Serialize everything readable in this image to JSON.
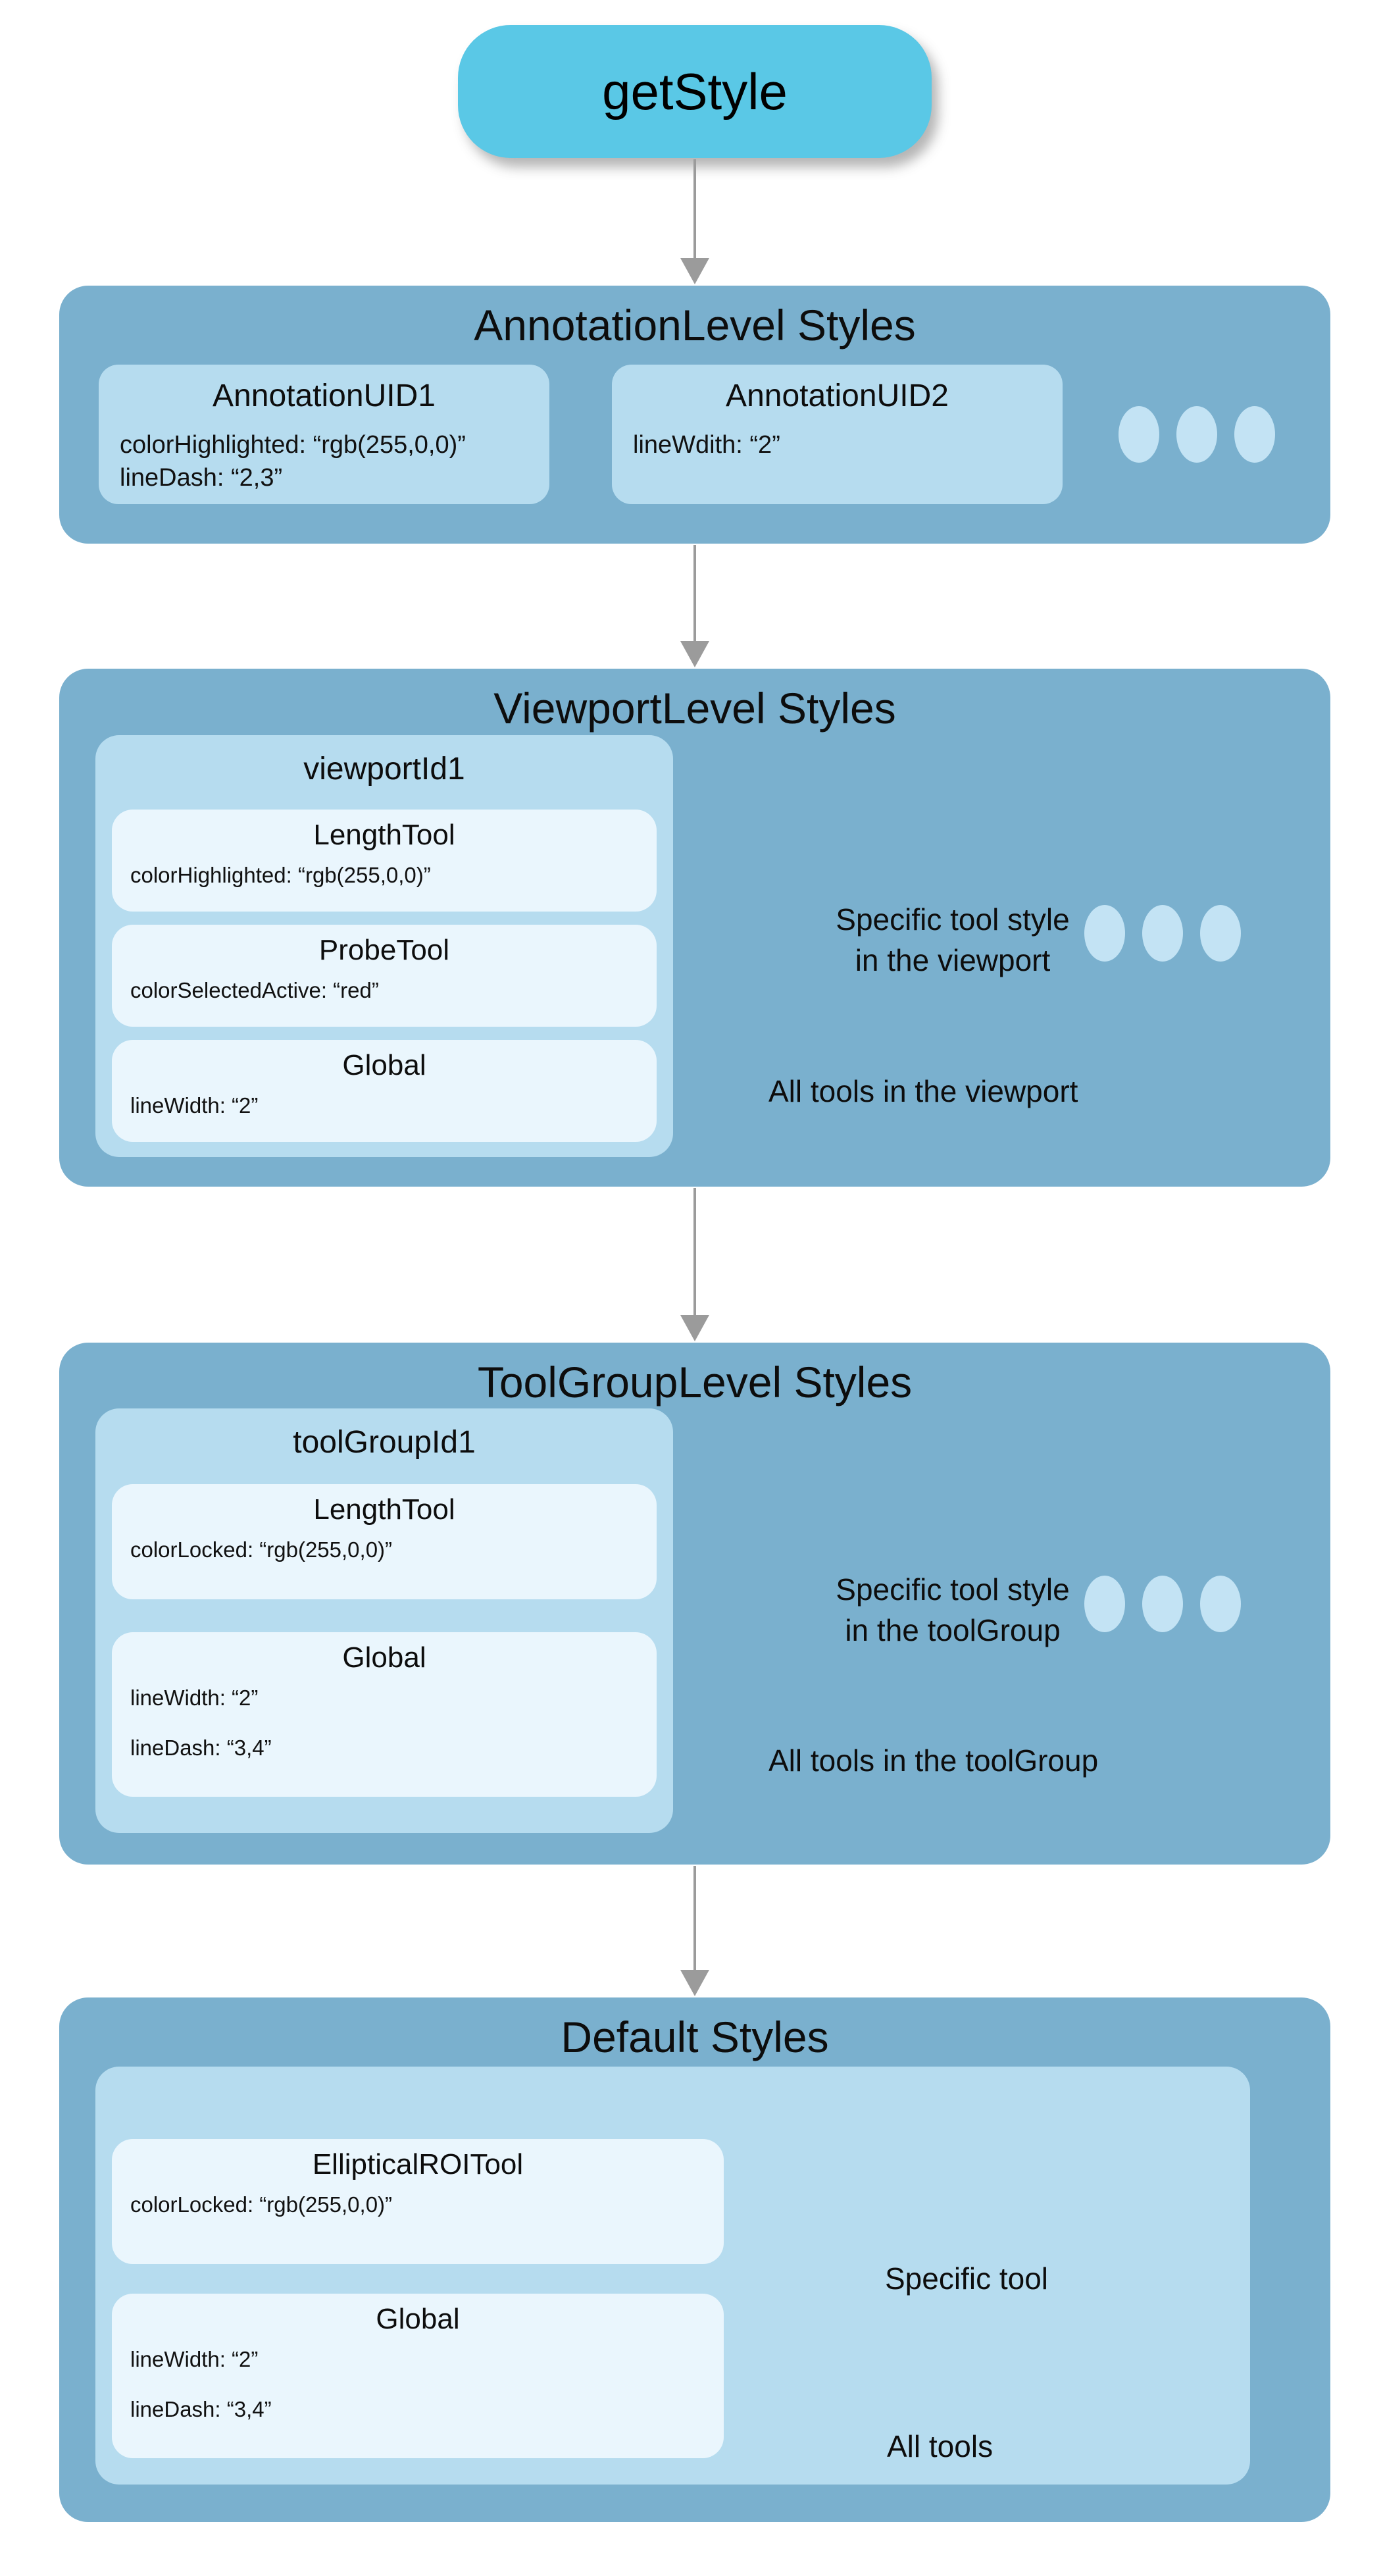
{
  "flow": {
    "start": "getStyle"
  },
  "colors": {
    "level_box": "#7ab0ce",
    "panel": "#b6dcef",
    "tool_box": "#eaf6fd",
    "start_pill": "#5ac8e6",
    "arrow": "#9b9b9b",
    "text": "#0d0d0d"
  },
  "levels": [
    {
      "title": "AnnotationLevel Styles",
      "cards": [
        {
          "name": "AnnotationUID1",
          "props": [
            "colorHighlighted: “rgb(255,0,0)”",
            "lineDash: “2,3”"
          ]
        },
        {
          "name": "AnnotationUID2",
          "props": [
            "lineWdith: “2”"
          ]
        }
      ],
      "ellipsis": "more-annotation-uids"
    },
    {
      "title": "ViewportLevel Styles",
      "container": "viewportId1",
      "tools": [
        {
          "name": "LengthTool",
          "props": [
            "colorHighlighted: “rgb(255,0,0)”"
          ]
        },
        {
          "name": "ProbeTool",
          "props": [
            "colorSelectedActive: “red”"
          ]
        },
        {
          "name": "Global",
          "props": [
            "lineWidth: “2”"
          ]
        }
      ],
      "labels": {
        "specific_line1": "Specific tool style",
        "specific_line2": "in the viewport",
        "all": "All tools in the viewport"
      },
      "ellipsis": "more-viewports"
    },
    {
      "title": "ToolGroupLevel Styles",
      "container": "toolGroupId1",
      "tools": [
        {
          "name": "LengthTool",
          "props": [
            "colorLocked: “rgb(255,0,0)”"
          ]
        },
        {
          "name": "Global",
          "props": [
            "lineWidth: “2”",
            "lineDash: “3,4”"
          ]
        }
      ],
      "labels": {
        "specific_line1": "Specific tool style",
        "specific_line2": "in the toolGroup",
        "all": "All tools in the toolGroup"
      },
      "ellipsis": "more-toolgroups"
    },
    {
      "title": "Default Styles",
      "tools": [
        {
          "name": "EllipticalROITool",
          "props": [
            "colorLocked: “rgb(255,0,0)”"
          ]
        },
        {
          "name": "Global",
          "props": [
            "lineWidth: “2”",
            "lineDash: “3,4”"
          ]
        }
      ],
      "labels": {
        "specific": "Specific tool",
        "all": "All tools"
      }
    }
  ]
}
